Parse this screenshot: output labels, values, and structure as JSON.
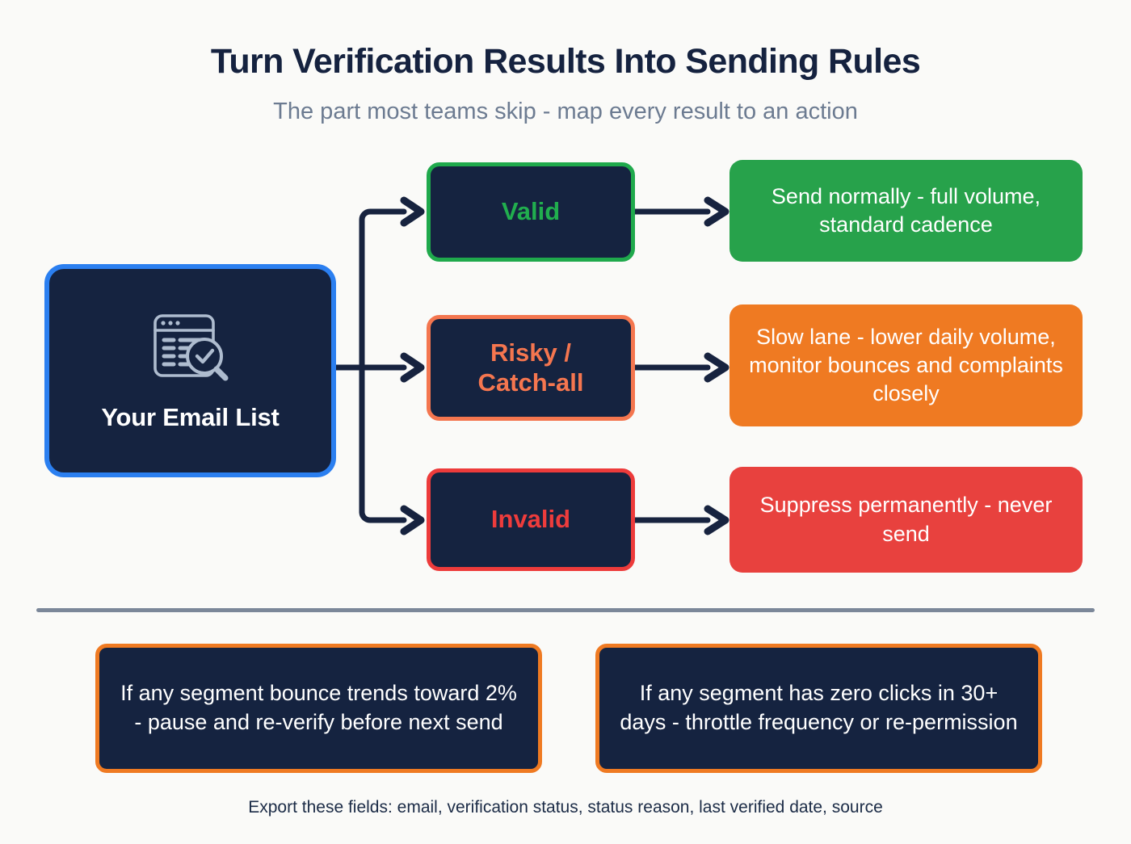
{
  "header": {
    "title": "Turn Verification Results Into Sending Rules",
    "subtitle": "The part most teams skip - map every result to an action"
  },
  "source": {
    "label": "Your Email List",
    "icon": "list-document-magnifier-check-icon"
  },
  "flow": {
    "branches": [
      {
        "status_label": "Valid",
        "status_color": "#21AE4E",
        "status_border": "#1FA94C",
        "action_label": "Send normally - full volume, standard cadence",
        "action_color": "#27A24B"
      },
      {
        "status_label": "Risky /\nCatch-all",
        "status_color": "#F5764F",
        "status_border": "#F4764F",
        "action_label": "Slow lane - lower daily volume, monitor bounces and complaints closely",
        "action_color": "#EF7A22"
      },
      {
        "status_label": "Invalid",
        "status_color": "#EE3C3C",
        "status_border": "#ED3B3B",
        "action_label": "Suppress permanently - never send",
        "action_color": "#E8413E"
      }
    ]
  },
  "notes": [
    "If any segment bounce trends toward 2% - pause and re-verify before next send",
    "If any segment has zero clicks in 30+ days - throttle frequency or re-permission"
  ],
  "footer": {
    "note": "Export these fields: email, verification status, status reason, last verified date, source"
  },
  "colors": {
    "background": "#FAFAF8",
    "navy_fill": "#152340",
    "source_border": "#2B7FF0",
    "connector": "#17233F",
    "divider": "#7B8799",
    "title": "#15223F",
    "subtitle": "#6C7B91",
    "note_border": "#EF7A22"
  }
}
